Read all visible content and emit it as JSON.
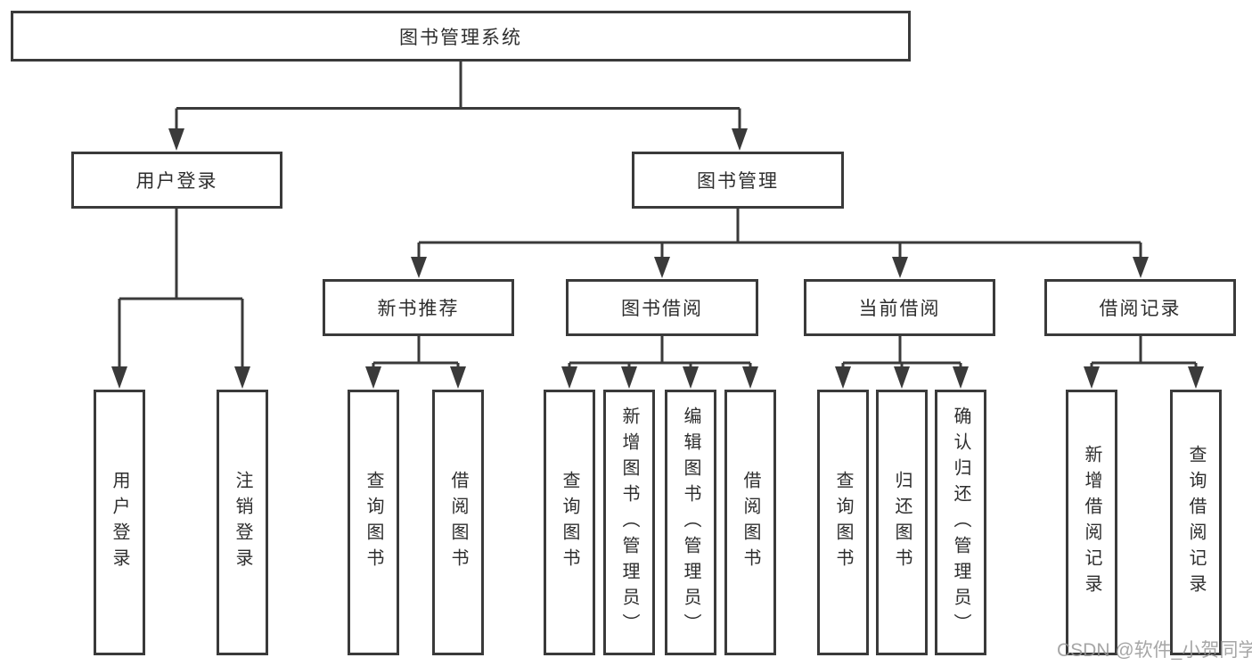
{
  "diagram_type": "hierarchy-flowchart",
  "watermark": {
    "text": "CSDN @软件_小贺同学"
  },
  "colors": {
    "background": "#ffffff",
    "line": "#3a3a3a",
    "box_border": "#3a3a3a",
    "text": "#2e2e2e",
    "watermark": "#969696"
  },
  "tree": {
    "label": "图书管理系统",
    "children": [
      {
        "label": "用户登录",
        "children": [
          {
            "label": "用户登录"
          },
          {
            "label": "注销登录"
          }
        ]
      },
      {
        "label": "图书管理",
        "children": [
          {
            "label": "新书推荐",
            "children": [
              {
                "label": "查询图书"
              },
              {
                "label": "借阅图书"
              }
            ]
          },
          {
            "label": "图书借阅",
            "children": [
              {
                "label": "查询图书"
              },
              {
                "label": "新增图书（管理员）"
              },
              {
                "label": "编辑图书（管理员）"
              },
              {
                "label": "借阅图书"
              }
            ]
          },
          {
            "label": "当前借阅",
            "children": [
              {
                "label": "查询图书"
              },
              {
                "label": "归还图书"
              },
              {
                "label": "确认归还（管理员）"
              }
            ]
          },
          {
            "label": "借阅记录",
            "children": [
              {
                "label": "新增借阅记录"
              },
              {
                "label": "查询借阅记录"
              }
            ]
          }
        ]
      }
    ]
  }
}
